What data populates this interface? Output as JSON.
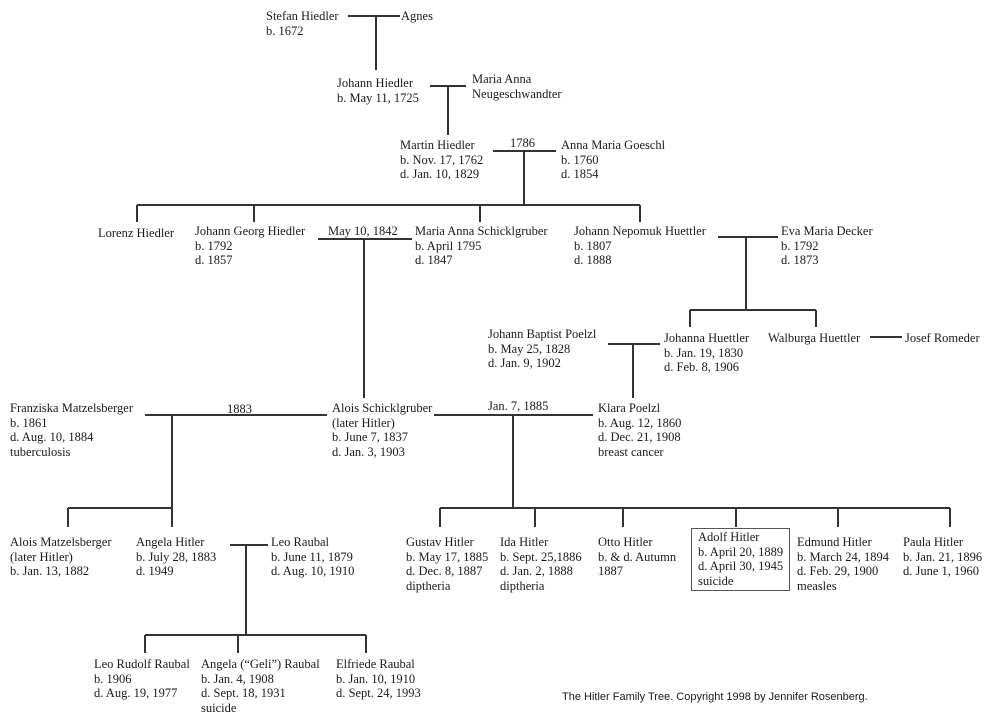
{
  "people": {
    "stefan": {
      "name": "Stefan Hiedler",
      "line1": "b. 1672"
    },
    "agnes": {
      "name": "Agnes"
    },
    "johann_h": {
      "name": "Johann Hiedler",
      "line1": "b. May 11, 1725"
    },
    "maria_anna_n": {
      "name": "Maria Anna",
      "line1": "Neugeschwandter"
    },
    "martin": {
      "name": "Martin Hiedler",
      "line1": "b. Nov. 17, 1762",
      "line2": "d. Jan. 10, 1829"
    },
    "anna_maria": {
      "name": "Anna Maria Goeschl",
      "line1": "b. 1760",
      "line2": "d. 1854"
    },
    "lorenz": {
      "name": "Lorenz Hiedler"
    },
    "johann_georg": {
      "name": "Johann Georg Hiedler",
      "line1": "b. 1792",
      "line2": "d. 1857"
    },
    "maria_anna_s": {
      "name": "Maria Anna Schicklgruber",
      "line1": "b. April 1795",
      "line2": "d. 1847"
    },
    "johann_nepomuk": {
      "name": "Johann Nepomuk Huettler",
      "line1": "b. 1807",
      "line2": "d. 1888"
    },
    "eva_maria": {
      "name": "Eva Maria Decker",
      "line1": "b. 1792",
      "line2": "d. 1873"
    },
    "johann_baptist": {
      "name": "Johann Baptist Poelzl",
      "line1": "b. May 25, 1828",
      "line2": "d. Jan. 9, 1902"
    },
    "johanna": {
      "name": "Johanna Huettler",
      "line1": "b. Jan. 19, 1830",
      "line2": "d. Feb. 8, 1906"
    },
    "walburga": {
      "name": "Walburga Huettler"
    },
    "josef": {
      "name": "Josef Romeder"
    },
    "franziska": {
      "name": "Franziska Matzelsberger",
      "line1": "b. 1861",
      "line2": "d. Aug. 10, 1884",
      "line3": "tuberculosis"
    },
    "alois": {
      "name": "Alois Schicklgruber",
      "line1": "(later Hitler)",
      "line2": "b. June 7, 1837",
      "line3": "d. Jan. 3, 1903"
    },
    "klara": {
      "name": "Klara Poelzl",
      "line1": "b. Aug. 12, 1860",
      "line2": "d. Dec. 21, 1908",
      "line3": "breast cancer"
    },
    "alois_m": {
      "name": "Alois Matzelsberger",
      "line1": "(later Hitler)",
      "line2": "b. Jan. 13, 1882"
    },
    "angela": {
      "name": "Angela Hitler",
      "line1": "b. July 28, 1883",
      "line2": "d. 1949"
    },
    "leo": {
      "name": "Leo Raubal",
      "line1": "b. June 11, 1879",
      "line2": "d. Aug. 10, 1910"
    },
    "gustav": {
      "name": "Gustav Hitler",
      "line1": "b. May 17, 1885",
      "line2": "d. Dec. 8, 1887",
      "line3": "diptheria"
    },
    "ida": {
      "name": "Ida Hitler",
      "line1": "b. Sept. 25,1886",
      "line2": "d. Jan. 2, 1888",
      "line3": "diptheria"
    },
    "otto": {
      "name": "Otto Hitler",
      "line1": "b. & d. Autumn",
      "line2": "1887"
    },
    "adolf": {
      "name": "Adolf Hitler",
      "line1": "b. April 20, 1889",
      "line2": "d. April 30, 1945",
      "line3": "suicide"
    },
    "edmund": {
      "name": "Edmund Hitler",
      "line1": "b. March 24, 1894",
      "line2": "d. Feb. 29, 1900",
      "line3": "measles"
    },
    "paula": {
      "name": "Paula Hitler",
      "line1": "b. Jan. 21, 1896",
      "line2": "d. June 1, 1960"
    },
    "leo_rudolf": {
      "name": "Leo Rudolf Raubal",
      "line1": "b. 1906",
      "line2": "d. Aug. 19, 1977"
    },
    "geli": {
      "name": "Angela (“Geli”) Raubal",
      "line1": "b. Jan. 4, 1908",
      "line2": "d. Sept. 18, 1931",
      "line3": "suicide"
    },
    "elfriede": {
      "name": "Elfriede Raubal",
      "line1": "b. Jan. 10, 1910",
      "line2": "d. Sept. 24, 1993"
    }
  },
  "marriages": {
    "martin_anna": "1786",
    "johann_georg_maria": "May 10, 1842",
    "alois_franziska": "1883",
    "alois_klara": "Jan. 7, 1885"
  },
  "caption": "The Hitler Family Tree.  Copyright 1998 by Jennifer Rosenberg.",
  "colors": {
    "line": "#333333",
    "text": "#1a1a1a",
    "background": "#ffffff"
  }
}
